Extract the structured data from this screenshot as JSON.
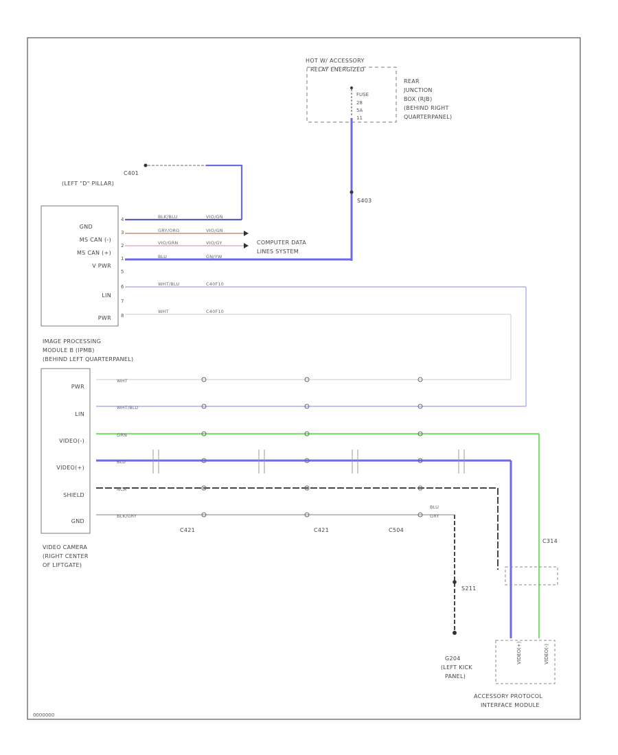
{
  "colors": {
    "violet_blue": "#6a6ae8",
    "light_violet": "#aab0f0",
    "green": "#7fdc70",
    "gray": "#9a9a9a",
    "dark": "#444444",
    "brown": "#b87a5a",
    "pink": "#e39ab0"
  },
  "fuse_box": {
    "title": [
      "HOT W/ ACCESSORY",
      "RELAY ENERGIZED"
    ],
    "fuse_labels": [
      "FUSE",
      "28",
      "5A",
      "11"
    ],
    "location": [
      "REAR",
      "JUNCTION",
      "BOX (RJB)",
      "(BEHIND RIGHT",
      "QUARTERPANEL)"
    ]
  },
  "splice_power": "S403",
  "ground_c401": {
    "id": "C401",
    "location": "(LEFT \"D\" PILLAR)"
  },
  "ipm": {
    "pins": [
      "GND",
      "MS CAN (-)",
      "MS CAN (+)",
      "V PWR",
      "LIN",
      "PWR"
    ],
    "pin_numbers": [
      "4",
      "3",
      "2",
      "1",
      "5",
      "6",
      "7",
      "8"
    ],
    "name": [
      "IMAGE PROCESSING",
      "MODULE B (IPMB)",
      "(BEHIND LEFT QUARTERPANEL)"
    ],
    "wire_labels": [
      "BLK/BLU",
      "VIO/GN",
      "GRY/ORG",
      "VIO/GN",
      "VIO/GRN",
      "VIO/GY",
      "BLU",
      "GN/YW",
      "WHT/BLU",
      "C40F10",
      "WHT",
      "C40F10"
    ]
  },
  "computer_data_lines": [
    "COMPUTER DATA",
    "LINES SYSTEM"
  ],
  "camera": {
    "pins": [
      "PWR",
      "LIN",
      "VIDEO(-)",
      "VIDEO(+)",
      "SHIELD",
      "GND"
    ],
    "name": [
      "VIDEO CAMERA",
      "(RIGHT CENTER",
      "OF LIFTGATE)"
    ]
  },
  "connectors": [
    "C421",
    "C421",
    "C504",
    "C314"
  ],
  "harness_wire_labels": [
    "WHT",
    "WHT/BLU",
    "GRN",
    "BLU",
    "NCA",
    "BLK/GRY",
    "BLU",
    "GRY"
  ],
  "apim_ground": {
    "splice": "S211",
    "ground_id": "G204",
    "location": [
      "(LEFT KICK",
      "PANEL)"
    ]
  },
  "apim": {
    "name": [
      "ACCESSORY PROTOCOL",
      "INTERFACE MODULE"
    ],
    "pin_labels": [
      "VIDEO(+)",
      "VIDEO(-)"
    ]
  },
  "footer": "0000000"
}
